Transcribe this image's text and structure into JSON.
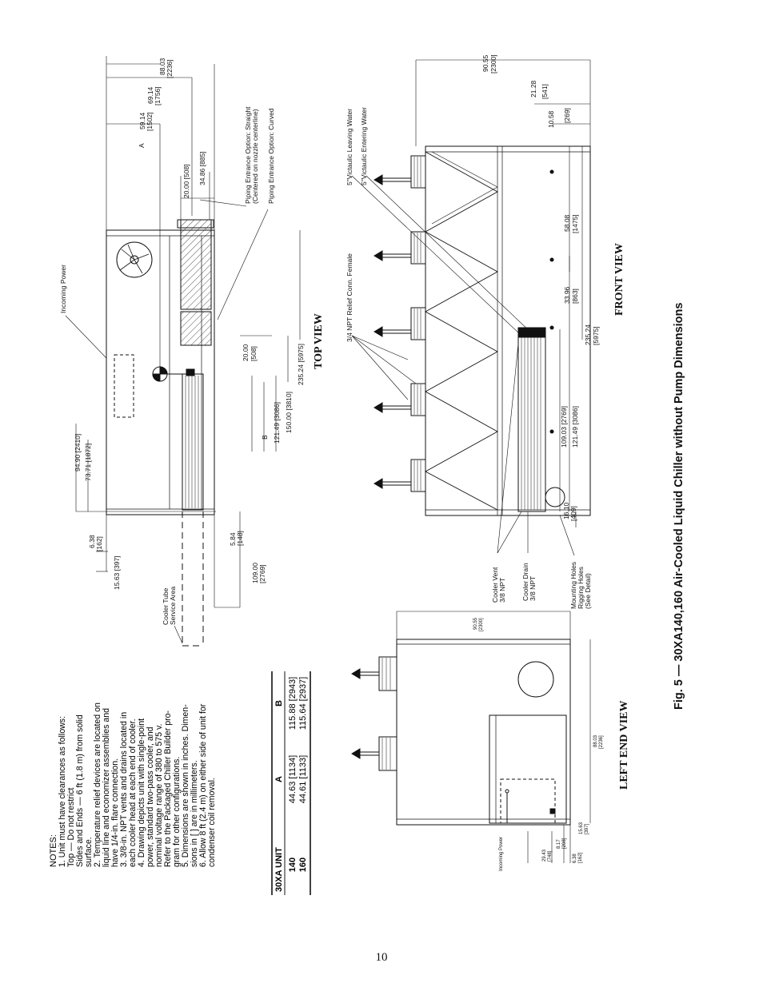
{
  "figure_caption": "Fig. 5 — 30XA140,160 Air-Cooled Liquid Chiller without Pump Dimensions",
  "page_number": "10",
  "notes": {
    "heading": "NOTES:",
    "items": [
      "1.  Unit must have clearances as follows:",
      "     Top — Do not restrict",
      "     Sides and Ends — 6 ft (1.8 m) from solid",
      "     surface.",
      "2.  Temperature relief devices are located on",
      "     liquid line and economizer assemblies and",
      "     have 1/4-in. flare connection.",
      "3.  3/8-in. NPT vents and drains located in",
      "     each cooler head at each end of cooler.",
      "4.  Drawing depicts unit with single-point",
      "     power, standard two-pass cooler, and",
      "     nominal voltage range of 380 to 575 v.",
      "     Refer to the Packaged Chiller Builder pro-",
      "     gram for other configurations.",
      "5.  Dimensions are shown in inches. Dimen-",
      "     sions in [ ] are in millimeters.",
      "6.  Allow 8 ft (2.4 m) on either side of unit for",
      "     condenser coil removal."
    ]
  },
  "unit_table": {
    "headers": [
      "30XA UNIT",
      "A",
      "B"
    ],
    "rows": [
      [
        "140",
        "44.63 [1134]",
        "115.88 [2943]"
      ],
      [
        "160",
        "44.61 [1133]",
        "115.64 [2937]"
      ]
    ]
  },
  "top_view": {
    "title": "TOP VIEW",
    "labels": {
      "incoming_power": "Incoming Power",
      "piping_straight_1": "Piping Entrance Option: Straight",
      "piping_straight_2": "(Centered on nozzle centerline)",
      "piping_curved": "Piping Entrance Option: Curved",
      "cooler_service_1": "Cooler Tube",
      "cooler_service_2": "Service Area"
    },
    "dims": {
      "d8803": "88.03",
      "d8803mm": "[2236]",
      "d6914": "69.14",
      "d6914mm": "[1756]",
      "d5914": "59.14",
      "d5914mm": "[1502]",
      "A": "A",
      "d2000": "20.00 [508]",
      "d3486": "34.86 [885]",
      "d9490": "94.90 [2410]",
      "d7371": "73.71 [1872]",
      "d638": "6.38",
      "d638mm": "[162]",
      "d1563": "15.63 [397]",
      "d584": "5.84",
      "d584mm": "[148]",
      "d10900": "109.00",
      "d10900mm": "[2769]",
      "B": "B",
      "d12149": "121.49 [3086]",
      "d15000": "150.00 [3810]",
      "d23524": "235.24 [5975]",
      "d2000b": "20.00",
      "d2000bmm": "[508]"
    }
  },
  "front_view": {
    "title": "FRONT VIEW",
    "labels": {
      "leaving": "5\"Victaulic Leaving Water",
      "entering": "5\"Victaulic Entering Water",
      "relief": "3/4 NPT Relief Conn. Female",
      "vent_1": "Cooler Vent",
      "vent_2": "3/8 NPT",
      "drain_1": "Cooler Drain",
      "drain_2": "3/8 NPT",
      "mount_1": "Mounting Holes",
      "mount_2": "Rigging Holes",
      "mount_3": "(See Detail)"
    },
    "dims": {
      "d9055": "90.55",
      "d9055mm": "[2300]",
      "d2128": "21.28",
      "d2128mm": "[541]",
      "d1058": "10.58",
      "d1058mm": "[269]",
      "d5808": "58.08",
      "d5808mm": "[1475]",
      "d3396": "33.96",
      "d3396mm": "[863]",
      "d23524": "235.24",
      "d23524mm": "[5975]",
      "d10903": "109.03 [2769]",
      "d12149": "121.49 [3086]",
      "d1610": "16.10",
      "d1610mm": "[409]"
    }
  },
  "left_end_view": {
    "title": "LEFT END VIEW",
    "labels": {
      "incoming_power": "Incoming Power"
    },
    "dims": {
      "d9055": "90.55",
      "d9055mm": "[2300]",
      "d8803": "88.03",
      "d8803mm": "[2236]",
      "d2943": "29.43",
      "d2943mm": "[748]",
      "d817": "8.17",
      "d817mm": "[208]",
      "d1563": "15.63",
      "d1563mm": "[397]",
      "d638": "6.38",
      "d638mm": "[162]"
    }
  }
}
